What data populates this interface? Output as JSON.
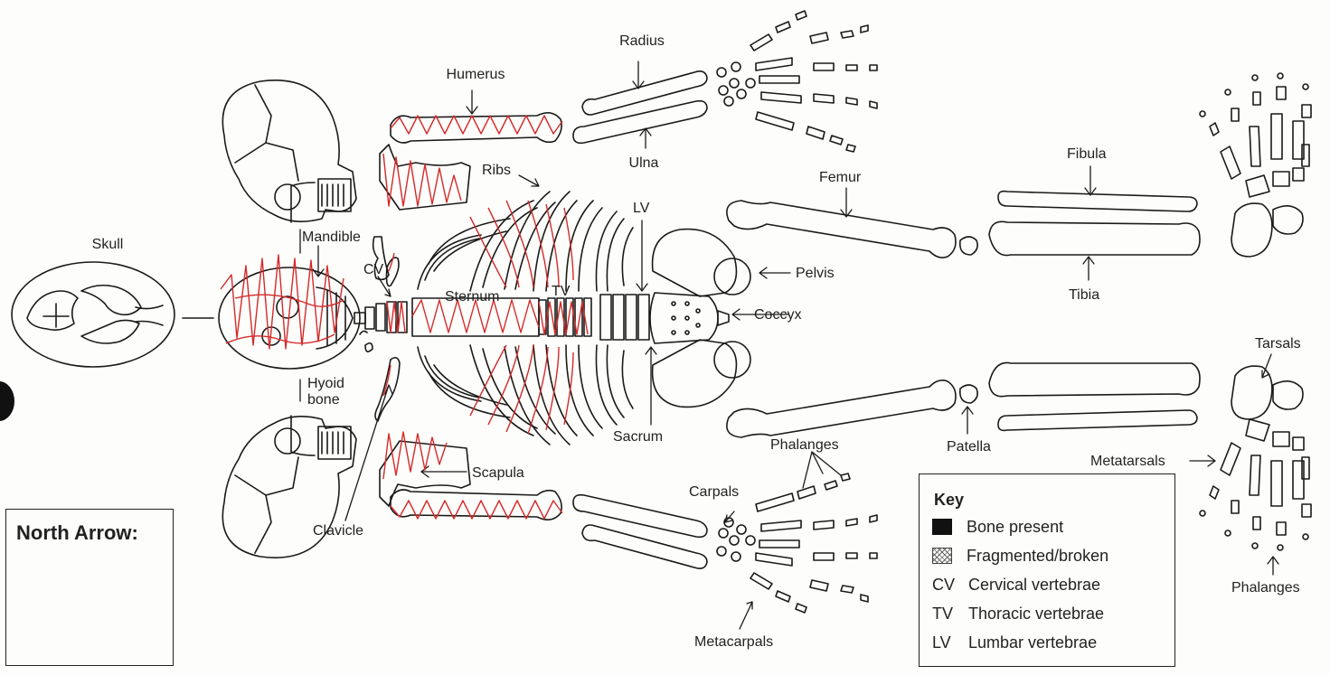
{
  "labels": {
    "skull": "Skull",
    "mandible": "Mandible",
    "hyoid_bone": "Hyoid\nbone",
    "cv": "CV",
    "clavicle": "Clavicle",
    "humerus": "Humerus",
    "radius": "Radius",
    "ulna": "Ulna",
    "ribs": "Ribs",
    "sternum": "Sternum",
    "tv": "TV",
    "lv": "LV",
    "scapula": "Scapula",
    "sacrum": "Sacrum",
    "pelvis": "Pelvis",
    "coccyx": "Coccyx",
    "femur": "Femur",
    "fibula": "Fibula",
    "tibia": "Tibia",
    "patella": "Patella",
    "carpals": "Carpals",
    "metacarpals": "Metacarpals",
    "phalanges_hand": "Phalanges",
    "tarsals": "Tarsals",
    "metatarsals": "Metatarsals",
    "phalanges_foot": "Phalanges"
  },
  "north_arrow": {
    "title": "North Arrow:"
  },
  "key": {
    "title": "Key",
    "items": [
      {
        "abbr": "",
        "swatch": "present",
        "label": "Bone present"
      },
      {
        "abbr": "",
        "swatch": "fragmented",
        "label": "Fragmented/broken"
      },
      {
        "abbr": "CV",
        "swatch": "",
        "label": "Cervical vertebrae"
      },
      {
        "abbr": "TV",
        "swatch": "",
        "label": "Thoracic vertebrae"
      },
      {
        "abbr": "LV",
        "swatch": "",
        "label": "Lumbar vertebrae"
      }
    ]
  },
  "colors": {
    "outline": "#1a1a1a",
    "marking": "#d42a2a"
  }
}
